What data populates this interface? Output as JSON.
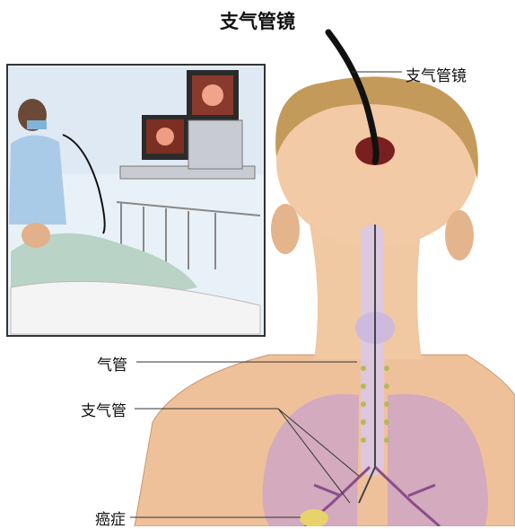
{
  "title": "支气管镜",
  "labels": {
    "bronchoscope": "支气管镜",
    "trachea": "气管",
    "bronchus": "支气管",
    "cancer": "癌症"
  },
  "colors": {
    "skin": "#f2c9a3",
    "skin_shadow": "#d9a57f",
    "hair": "#c49a5a",
    "lung": "#c9a2c9",
    "trachea": "#d4c3e6",
    "scope": "#111111",
    "inset_bg": "#e9f1f8",
    "inset_border": "#333333",
    "tumor": "#e8d36a"
  },
  "icons": [
    "monitor-icon",
    "doctor-figure",
    "patient-figure",
    "hospital-bed"
  ]
}
